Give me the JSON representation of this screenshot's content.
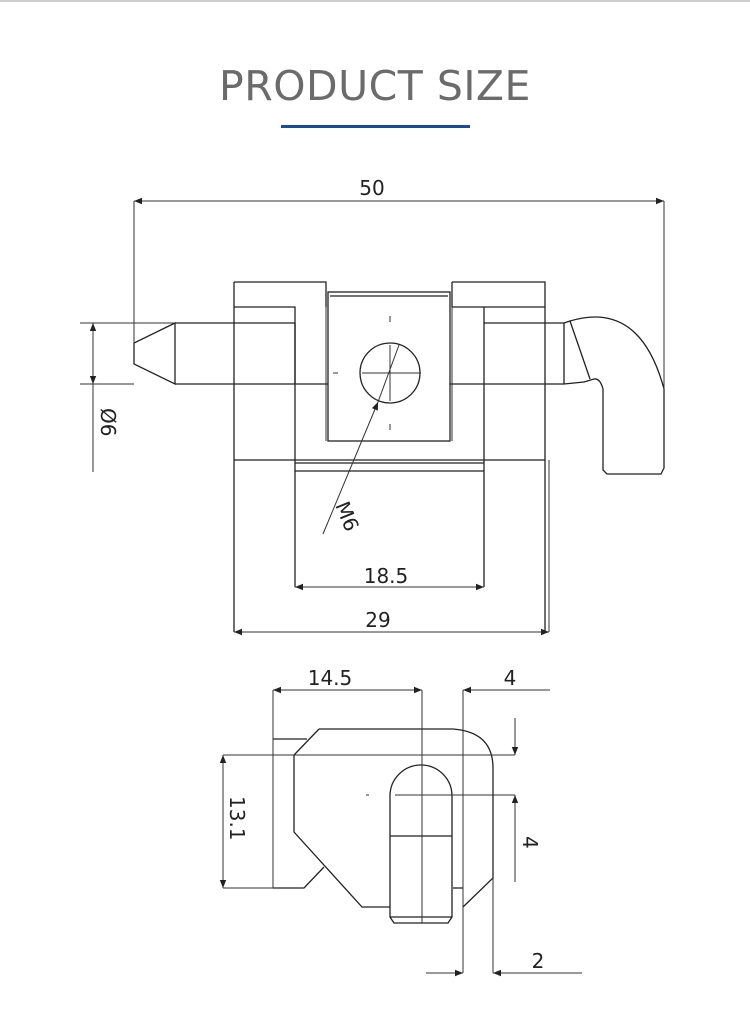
{
  "header": {
    "title": "PRODUCT SIZE",
    "accent_color": "#1a4a9a"
  },
  "front_view": {
    "dimensions": {
      "overall_length": "50",
      "pin_diameter": "Ø6",
      "thread": "M6",
      "inner_width": "18.5",
      "body_width": "29"
    }
  },
  "side_view": {
    "dimensions": {
      "horizontal_offset": "14.5",
      "top_offset": "4",
      "height": "13.1",
      "vertical_offset": "4",
      "wall_thickness": "2"
    }
  }
}
